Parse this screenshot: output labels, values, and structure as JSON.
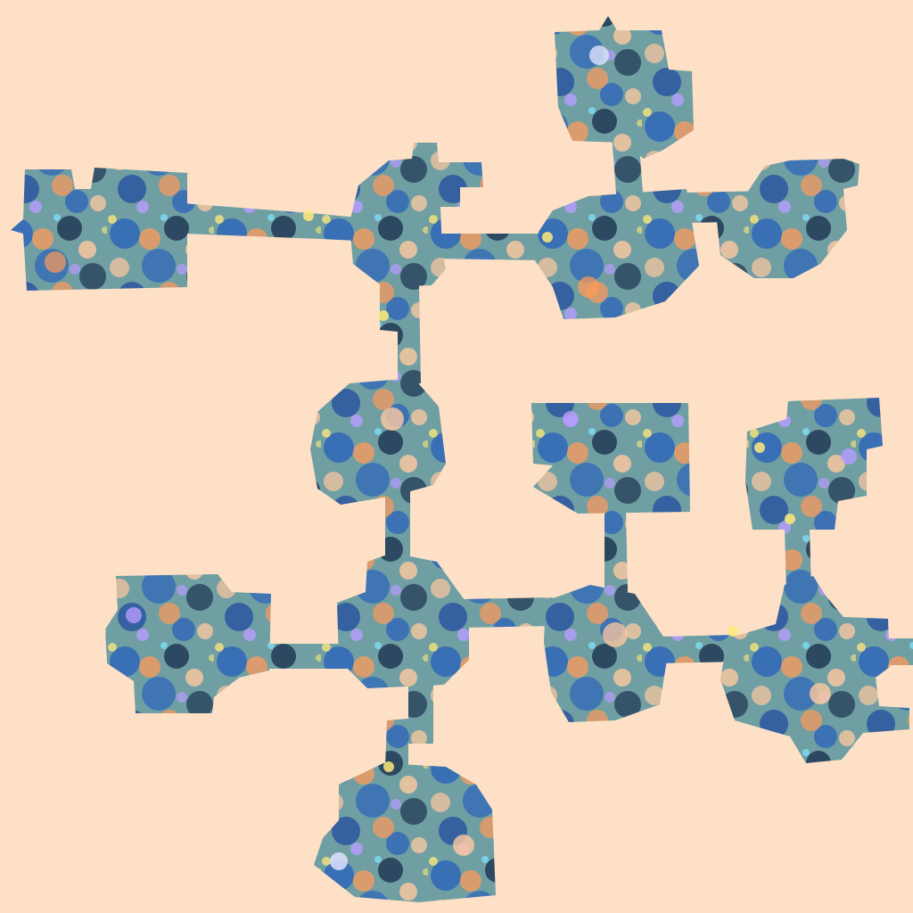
{
  "colors": {
    "background": "#fde0c6",
    "floor_base": "#6f9ea3",
    "floor_blue": "#2f66b8",
    "floor_dark": "#1d3350",
    "glow_orange": "#ff9a5a",
    "glow_peach": "#ffc9a0",
    "glow_violet": "#b89cff",
    "glow_yellow": "#ffe97a",
    "glow_cyan": "#7fe6ff"
  },
  "map": {
    "rooms": [
      {
        "name": "room-west"
      },
      {
        "name": "room-north-central"
      },
      {
        "name": "room-north-top"
      },
      {
        "name": "room-north-east-hub"
      },
      {
        "name": "room-far-east-upper"
      },
      {
        "name": "room-center"
      },
      {
        "name": "room-east-middle"
      },
      {
        "name": "room-far-east-middle"
      },
      {
        "name": "room-south-west"
      },
      {
        "name": "room-south-hub"
      },
      {
        "name": "room-south-east"
      },
      {
        "name": "room-far-east-lower"
      },
      {
        "name": "room-south"
      }
    ],
    "corridors": [
      {
        "name": "corridor-west-to-north-central"
      },
      {
        "name": "corridor-north-central-to-hub"
      },
      {
        "name": "corridor-top-to-hub"
      },
      {
        "name": "corridor-hub-to-far-east"
      },
      {
        "name": "corridor-north-central-to-center"
      },
      {
        "name": "corridor-center-to-south-hub"
      },
      {
        "name": "corridor-south-west-to-south-hub"
      },
      {
        "name": "corridor-south-hub-to-south-east"
      },
      {
        "name": "corridor-east-middle-to-south-east"
      },
      {
        "name": "corridor-south-east-to-far-east-lower"
      },
      {
        "name": "corridor-far-east-middle-to-lower"
      },
      {
        "name": "corridor-south-hub-to-south"
      },
      {
        "name": "corridor-east-exit"
      }
    ]
  }
}
